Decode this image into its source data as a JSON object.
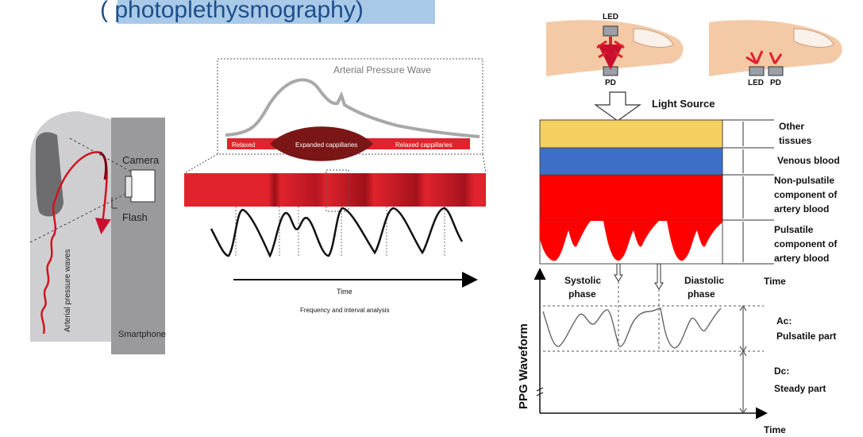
{
  "header": {
    "top_text": "(        photoplethysmography)"
  },
  "left_panel": {
    "camera": "Camera",
    "flash": "Flash",
    "smartphone": "Smartphone",
    "wave_caption": "Arterial pressure waves"
  },
  "middle_panel": {
    "inset_title": "Arterial Pressure Wave",
    "bar_relaxed": "Relaxed",
    "bar_expanded": "Expanded cappillaries",
    "bar_relaxed_caps": "Relaxed cappillaries",
    "time_axis": "Time",
    "analysis": "Frequency and interval analysis"
  },
  "right_panel": {
    "led_1": "LED",
    "pd_1": "PD",
    "led_2": "LED",
    "pd_2": "PD",
    "light_source": "Light Source",
    "other_tissues_1": "Other",
    "other_tissues_2": "tissues",
    "venous": "Venous blood",
    "nonpuls_1": "Non-pulsatile",
    "nonpuls_2": "component of",
    "nonpuls_3": "artery blood",
    "puls_1": "Pulsatile",
    "puls_2": "component of",
    "puls_3": "artery blood",
    "time_1": "Time",
    "systolic_1": "Systolic",
    "systolic_2": "phase",
    "diastolic_1": "Diastolic",
    "diastolic_2": "phase",
    "ppg_axis": "PPG Waveform",
    "ac_1": "Ac:",
    "ac_2": "Pulsatile part",
    "dc_1": "Dc:",
    "dc_2": "Steady part",
    "time_2": "Time"
  },
  "colors": {
    "tissue": "#f5d060",
    "venous": "#3d6fc9",
    "artery": "#ff0000",
    "bar_red": "#d8202a",
    "capillary": "#7a1616"
  }
}
